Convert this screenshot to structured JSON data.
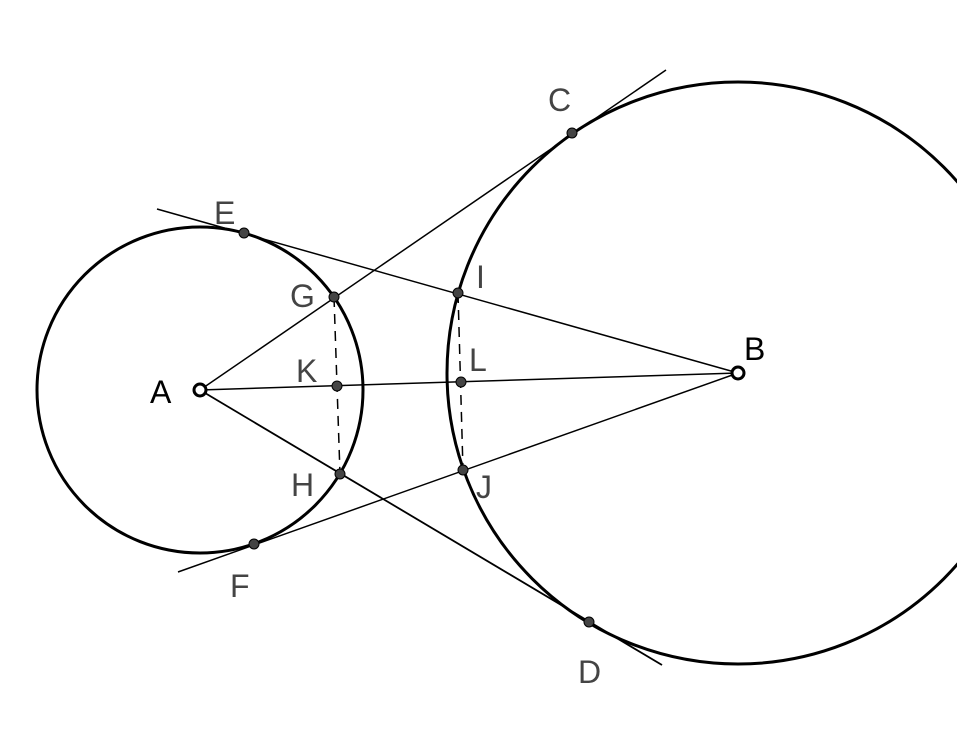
{
  "diagram": {
    "labels": {
      "A": "A",
      "B": "B",
      "C": "C",
      "D": "D",
      "E": "E",
      "F": "F",
      "G": "G",
      "H": "H",
      "I": "I",
      "J": "J",
      "K": "K",
      "L": "L"
    },
    "colors": {
      "stroke": "#000000",
      "point_fill": "#444444",
      "label_text": "#444444",
      "center_label_text": "#000000",
      "background": "#ffffff"
    }
  }
}
